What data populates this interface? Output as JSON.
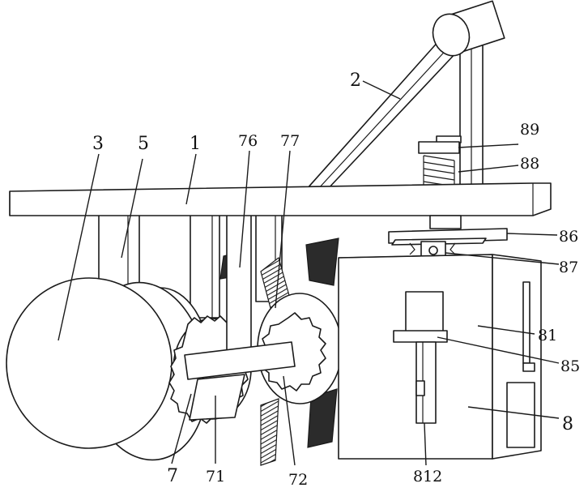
{
  "labels": {
    "l2": "2",
    "l89": "89",
    "l88": "88",
    "l3": "3",
    "l5": "5",
    "l1": "1",
    "l76": "76",
    "l77": "77",
    "l86": "86",
    "l87": "87",
    "l81": "81",
    "l85": "85",
    "l8": "8",
    "l7": "7",
    "l71": "71",
    "l812": "812",
    "l72": "72"
  }
}
